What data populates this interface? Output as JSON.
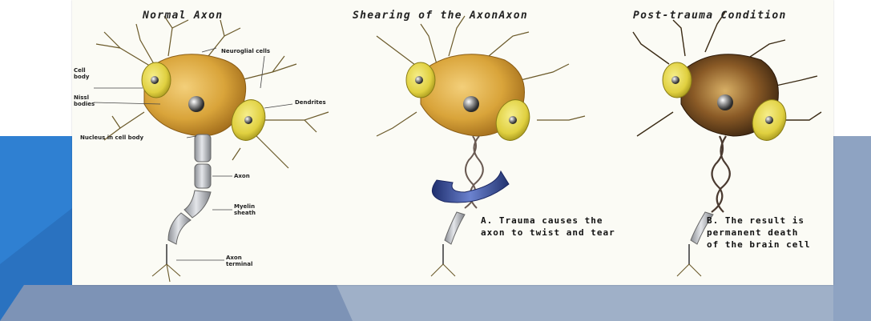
{
  "panels": [
    {
      "title": "Normal Axon"
    },
    {
      "title": "Shearing of the AxonAxon"
    },
    {
      "title": "Post-trauma Condition"
    }
  ],
  "labels": {
    "cell_body": "Cell body",
    "neuroglial": "Neuroglial cells",
    "nissl": "Nissl bodies",
    "dendrites": "Dendrites",
    "nucleus": "Nucleus in cell body",
    "axon": "Axon",
    "myelin": "Myelin sheath",
    "terminal": "Axon terminal"
  },
  "captions": {
    "a": [
      "A. Trauma causes the",
      "axon to twist and tear"
    ],
    "b": [
      "B. The result is",
      "permanent death",
      "of the brain cell"
    ]
  },
  "colors": {
    "cell_gold": "#d9a43a",
    "glial_yellow": "#e9dc48",
    "dead_brown": "#5a3a1c",
    "axon_gray": "#b7b9bd",
    "twist_blue": "#3a4f9a",
    "bg_blue": "#2f7fd0",
    "bg_slate": "#8ea3c2"
  }
}
